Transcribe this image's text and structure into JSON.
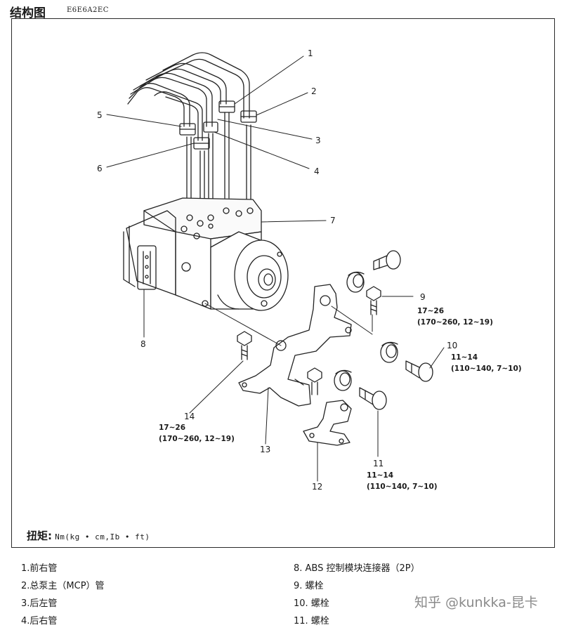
{
  "header": {
    "title": "结构图",
    "code": "E6E6A2EC"
  },
  "callouts": [
    "1",
    "2",
    "3",
    "4",
    "5",
    "6",
    "7",
    "8",
    "9",
    "10",
    "11",
    "12",
    "13",
    "14"
  ],
  "torque_specs": {
    "spec_9": {
      "line1": "17~26",
      "line2": "(170~260, 12~19)"
    },
    "spec_10": {
      "line1": "11~14",
      "line2": "(110~140, 7~10)"
    },
    "spec_11": {
      "line1": "11~14",
      "line2": "(110~140, 7~10)"
    },
    "spec_14": {
      "line1": "17~26",
      "line2": "(170~260, 12~19)"
    }
  },
  "torque_note": {
    "label": "扭矩:",
    "unit": "Nm(kg • cm,Ib • ft)"
  },
  "legend": {
    "left": [
      "1.前右管",
      "2.总泵主（MCP）管",
      "3.后左管",
      "4.后右管"
    ],
    "right": [
      "8. ABS 控制模块连接器（2P）",
      "9. 螺栓",
      "10. 螺栓",
      "11. 螺栓"
    ]
  },
  "watermark": "知乎 @kunkka-昆卡"
}
